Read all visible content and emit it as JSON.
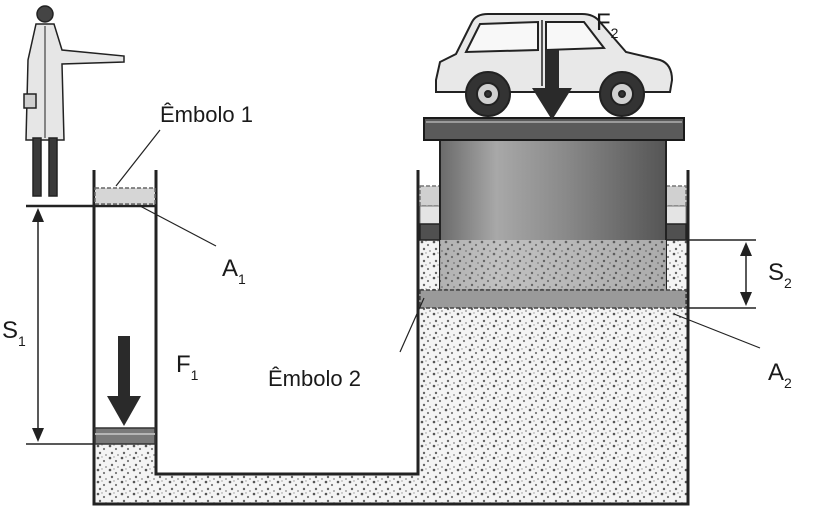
{
  "labels": {
    "embolo1": "Êmbolo 1",
    "embolo2": "Êmbolo 2",
    "a1": {
      "main": "A",
      "sub": "1"
    },
    "a2": {
      "main": "A",
      "sub": "2"
    },
    "s1": {
      "main": "S",
      "sub": "1"
    },
    "s2": {
      "main": "S",
      "sub": "2"
    },
    "f1": {
      "main": "F",
      "sub": "1"
    },
    "f2": {
      "main": "F",
      "sub": "2"
    }
  }
}
